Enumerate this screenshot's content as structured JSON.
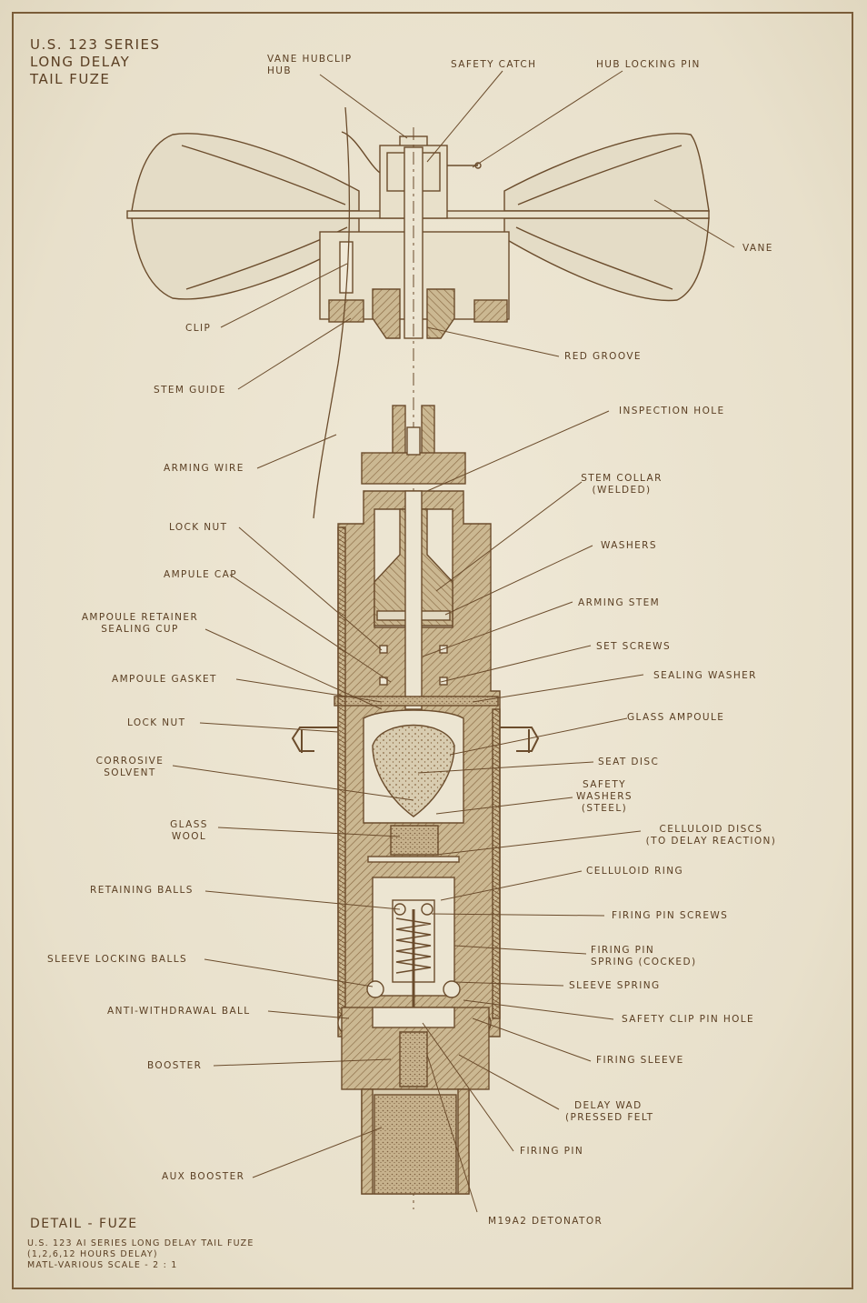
{
  "title": {
    "line1": "U.S. 123 SERIES",
    "line2": "LONG DELAY",
    "line3": "TAIL FUZE"
  },
  "labels": {
    "vane_hubclip_l1": "VANE HUBCLIP",
    "vane_hubclip_l2": "HUB",
    "safety_catch": "SAFETY CATCH",
    "hub_locking_pin": "HUB LOCKING PIN",
    "vane": "VANE",
    "clip": "CLIP",
    "red_groove": "RED GROOVE",
    "stem_guide": "STEM GUIDE",
    "inspection_hole": "INSPECTION HOLE",
    "arming_wire": "ARMING WIRE",
    "stem_collar_l1": "STEM COLLAR",
    "stem_collar_l2": "(WELDED)",
    "lock_nut_1": "LOCK NUT",
    "washers": "WASHERS",
    "ampule_cap": "AMPULE CAP",
    "arming_stem": "ARMING STEM",
    "ampoule_retainer_l1": "AMPOULE RETAINER",
    "ampoule_retainer_l2": "SEALING CUP",
    "set_screws": "SET SCREWS",
    "ampoule_gasket": "AMPOULE GASKET",
    "sealing_washer": "SEALING WASHER",
    "glass_ampoule": "GLASS AMPOULE",
    "lock_nut_2": "LOCK NUT",
    "corrosive_l1": "CORROSIVE",
    "corrosive_l2": "SOLVENT",
    "seat_disc": "SEAT DISC",
    "safety_washers_l1": "SAFETY",
    "safety_washers_l2": "WASHERS",
    "safety_washers_l3": "(STEEL)",
    "glass_wool_l1": "GLASS",
    "glass_wool_l2": "WOOL",
    "celluloid_discs_l1": "CELLULOID DISCS",
    "celluloid_discs_l2": "(TO DELAY REACTION)",
    "celluloid_ring": "CELLULOID RING",
    "retaining_balls": "RETAINING BALLS",
    "firing_pin_screws": "FIRING PIN SCREWS",
    "firing_pin_spring_l1": "FIRING PIN",
    "firing_pin_spring_l2": "SPRING (COCKED)",
    "sleeve_locking_balls": "SLEEVE LOCKING BALLS",
    "sleeve_spring": "SLEEVE SPRING",
    "anti_withdrawal_ball": "ANTI-WITHDRAWAL BALL",
    "safety_clip_pin_hole": "SAFETY CLIP PIN HOLE",
    "booster": "BOOSTER",
    "firing_sleeve": "FIRING SLEEVE",
    "delay_wad_l1": "DELAY WAD",
    "delay_wad_l2": "(PRESSED FELT",
    "firing_pin": "FIRING PIN",
    "aux_booster": "AUX BOOSTER",
    "m19a2_detonator": "M19A2 DETONATOR"
  },
  "detail": {
    "heading": "DETAIL - FUZE",
    "line1": "U.S. 123 AI SERIES LONG DELAY TAIL FUZE",
    "line2": "(1,2,6,12 HOURS DELAY)",
    "line3": "MATL-VARIOUS SCALE - 2 : 1"
  },
  "colors": {
    "paper": "#ece5d2",
    "ink": "#5a3e22",
    "line": "#6b4c2c",
    "hatch_fill": "#c8b48a",
    "frame": "#7a5c38"
  }
}
